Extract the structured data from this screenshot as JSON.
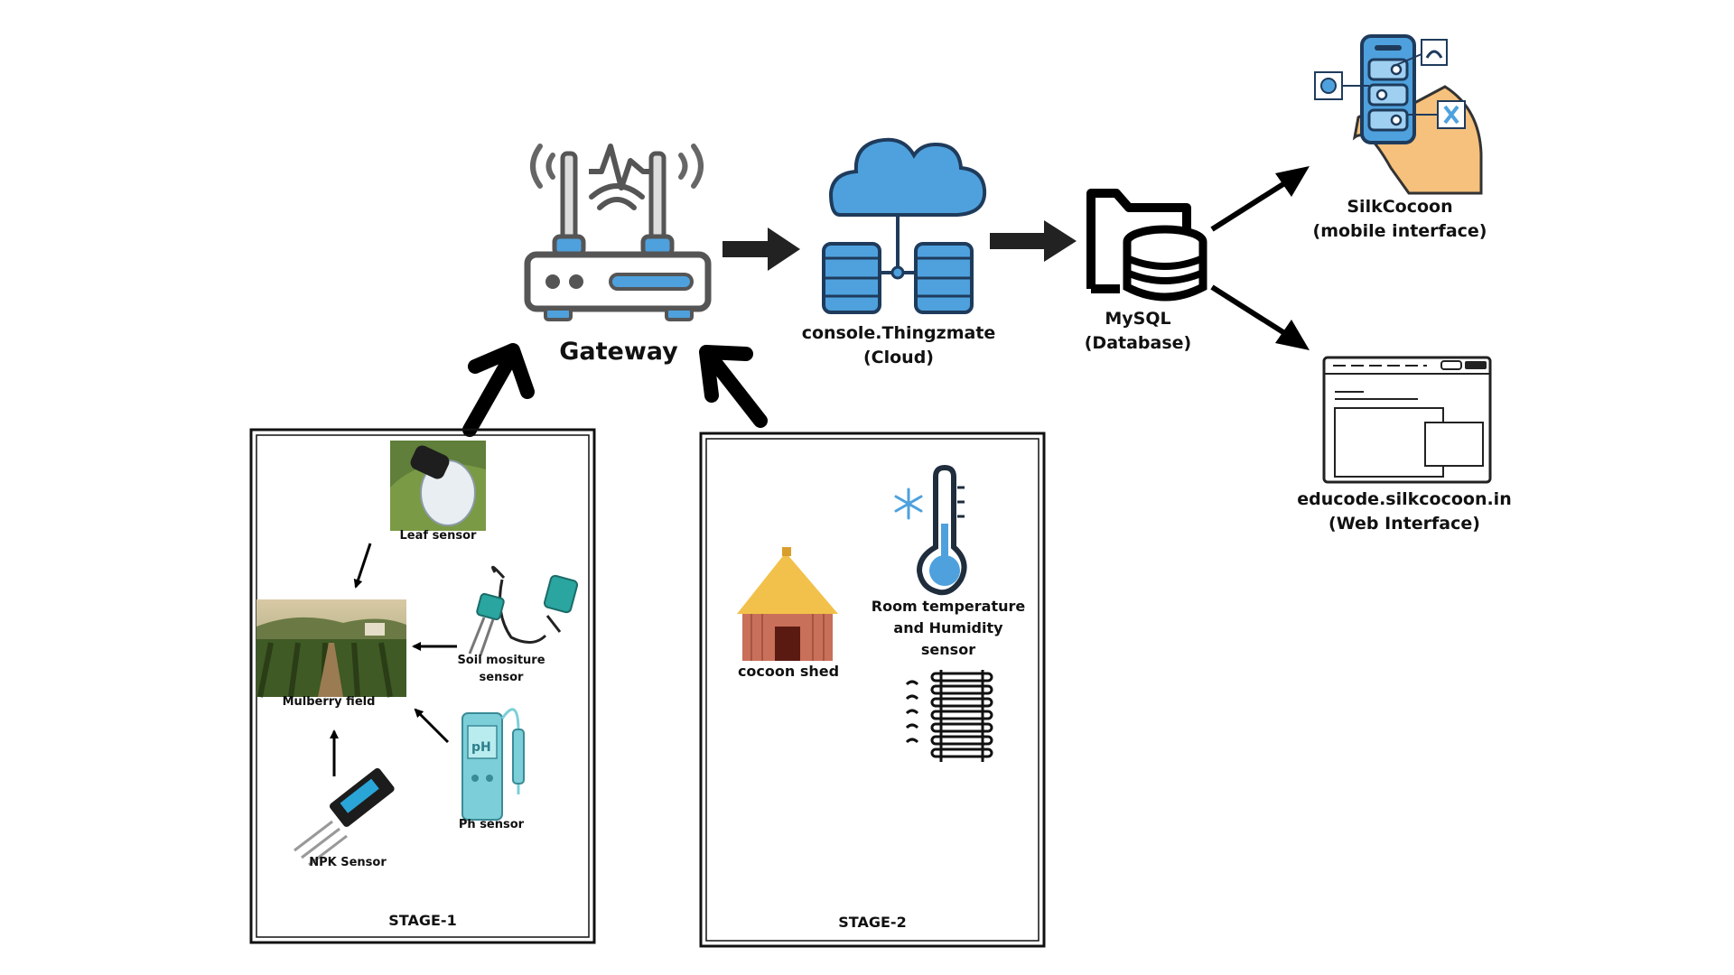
{
  "gateway": {
    "label": "Gateway"
  },
  "cloud": {
    "line1": "console.Thingzmate",
    "line2": "(Cloud)"
  },
  "database": {
    "line1": "MySQL",
    "line2": "(Database)"
  },
  "mobile": {
    "line1": "SilkCocoon",
    "line2": "(mobile interface)"
  },
  "web": {
    "line1": "educode.silkcocoon.in",
    "line2": "(Web Interface)"
  },
  "stage1": {
    "title": "STAGE-1",
    "leaf_sensor": "Leaf sensor",
    "mulberry_field": "Mulberry field",
    "soil_line1": "Soil mositure",
    "soil_line2": "sensor",
    "ph_sensor": "Ph sensor",
    "ph_badge": "pH",
    "npk_sensor": "NPK Sensor"
  },
  "stage2": {
    "title": "STAGE-2",
    "cocoon_shed": "cocoon shed",
    "room_line1": "Room temperature",
    "room_line2": "and Humidity",
    "room_line3": "sensor"
  },
  "colors": {
    "accent_blue": "#4ea1dd",
    "dark_blue": "#1f5f97",
    "arrow": "#000000"
  }
}
